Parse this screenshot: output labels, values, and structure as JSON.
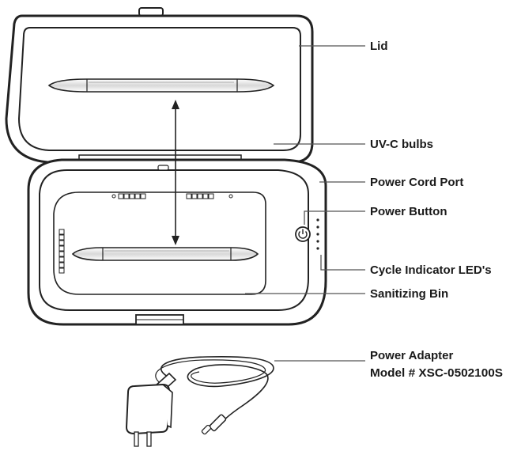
{
  "labels": {
    "lid": "Lid",
    "uvc_bulbs": "UV-C bulbs",
    "power_cord_port": "Power Cord Port",
    "power_button": "Power Button",
    "cycle_indicator": "Cycle Indicator LED's",
    "sanitizing_bin": "Sanitizing Bin",
    "power_adapter": "Power Adapter",
    "model_number": "Model # XSC-0502100S"
  },
  "icons": {
    "power_button": "power-icon"
  },
  "colors": {
    "line": "#222222",
    "text": "#1a1a1a",
    "leader": "#555555"
  }
}
